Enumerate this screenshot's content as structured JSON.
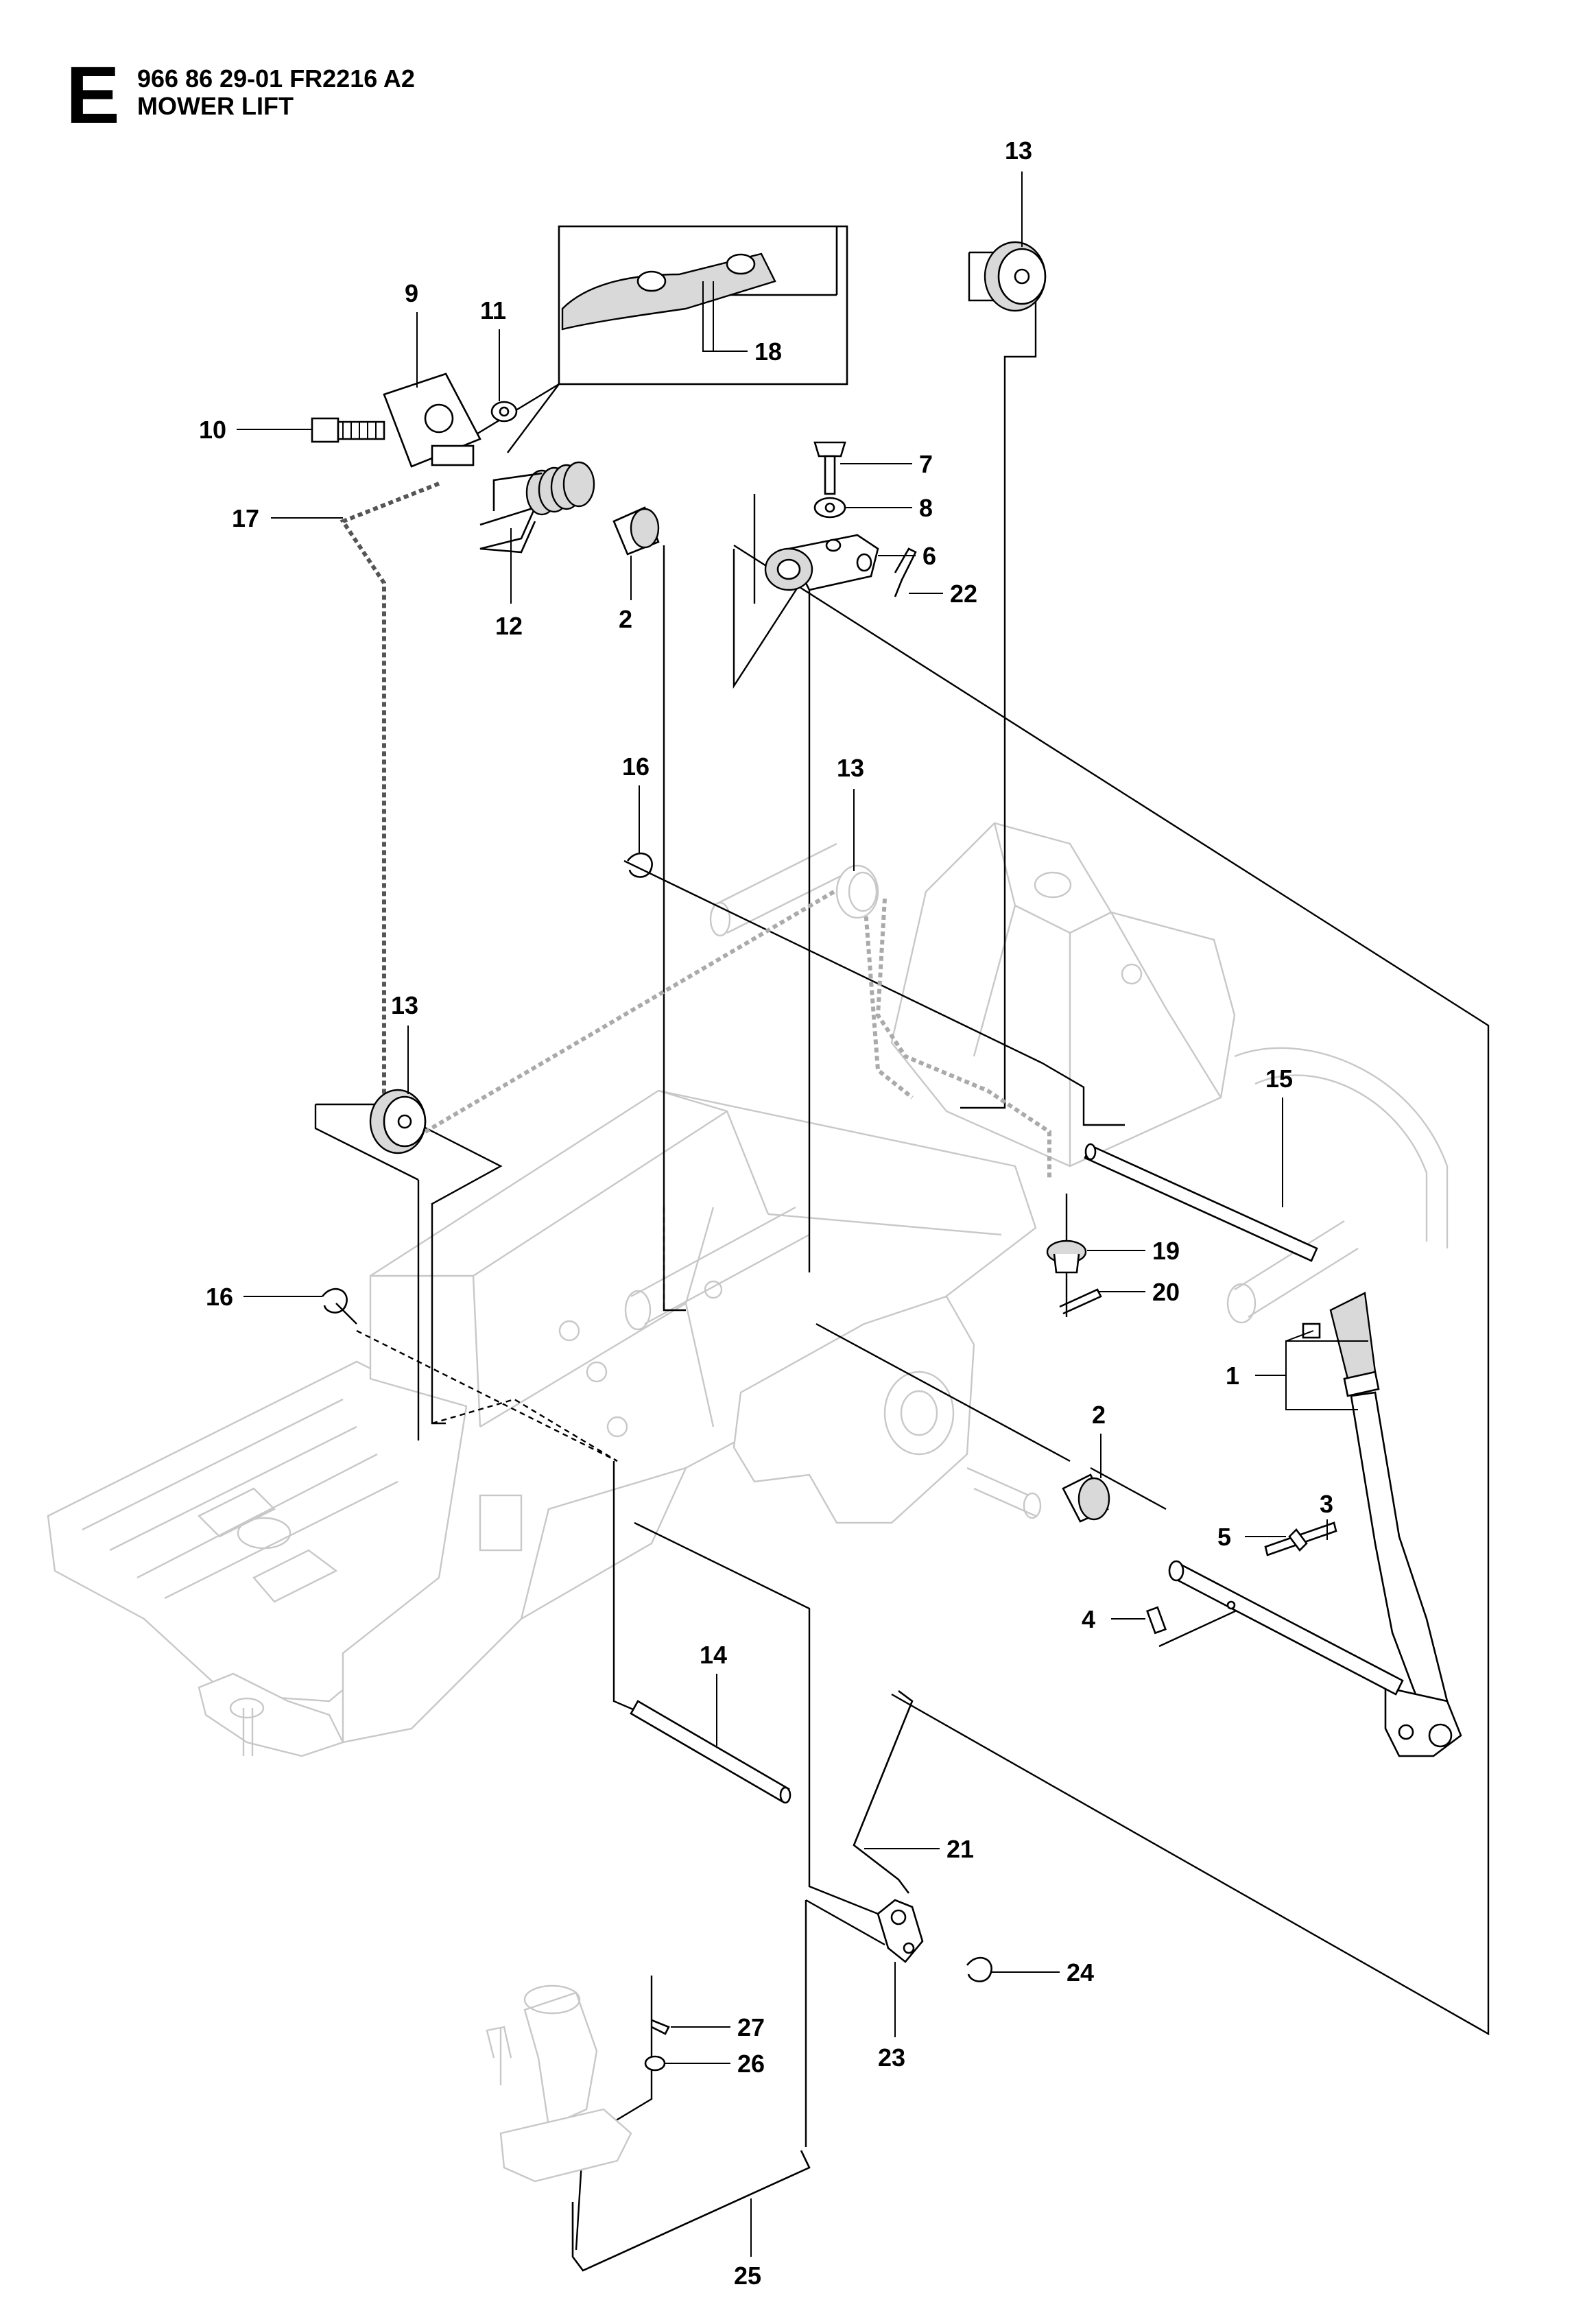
{
  "header": {
    "section_letter": "E",
    "part_number": "966 86 29-01 FR2216 A2",
    "title": "MOWER LIFT"
  },
  "callouts": [
    {
      "id": "1",
      "label": "1"
    },
    {
      "id": "2a",
      "label": "2"
    },
    {
      "id": "2b",
      "label": "2"
    },
    {
      "id": "3",
      "label": "3"
    },
    {
      "id": "4",
      "label": "4"
    },
    {
      "id": "5",
      "label": "5"
    },
    {
      "id": "6",
      "label": "6"
    },
    {
      "id": "7",
      "label": "7"
    },
    {
      "id": "8",
      "label": "8"
    },
    {
      "id": "9",
      "label": "9"
    },
    {
      "id": "10",
      "label": "10"
    },
    {
      "id": "11",
      "label": "11"
    },
    {
      "id": "12",
      "label": "12"
    },
    {
      "id": "13a",
      "label": "13"
    },
    {
      "id": "13b",
      "label": "13"
    },
    {
      "id": "13c",
      "label": "13"
    },
    {
      "id": "14",
      "label": "14"
    },
    {
      "id": "15",
      "label": "15"
    },
    {
      "id": "16a",
      "label": "16"
    },
    {
      "id": "16b",
      "label": "16"
    },
    {
      "id": "17",
      "label": "17"
    },
    {
      "id": "18",
      "label": "18"
    },
    {
      "id": "19",
      "label": "19"
    },
    {
      "id": "20",
      "label": "20"
    },
    {
      "id": "21",
      "label": "21"
    },
    {
      "id": "22",
      "label": "22"
    },
    {
      "id": "23",
      "label": "23"
    },
    {
      "id": "24",
      "label": "24"
    },
    {
      "id": "25",
      "label": "25"
    },
    {
      "id": "26",
      "label": "26"
    },
    {
      "id": "27",
      "label": "27"
    }
  ]
}
